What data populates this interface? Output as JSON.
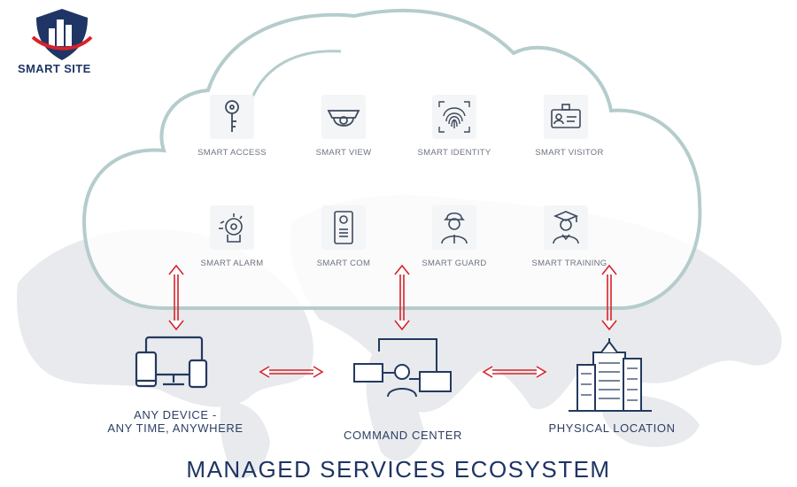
{
  "brand": {
    "name": "SMART SITE"
  },
  "cloud_services": [
    {
      "label": "SMART ACCESS",
      "icon": "key-icon"
    },
    {
      "label": "SMART VIEW",
      "icon": "camera-icon"
    },
    {
      "label": "SMART IDENTITY",
      "icon": "fingerprint-icon"
    },
    {
      "label": "SMART VISITOR",
      "icon": "id-badge-icon"
    },
    {
      "label": "SMART ALARM",
      "icon": "alarm-bell-icon"
    },
    {
      "label": "SMART COM",
      "icon": "intercom-icon"
    },
    {
      "label": "SMART GUARD",
      "icon": "guard-icon"
    },
    {
      "label": "SMART TRAINING",
      "icon": "graduate-icon"
    }
  ],
  "nodes": {
    "devices": {
      "line1": "ANY DEVICE -",
      "line2": "ANY TIME, ANYWHERE",
      "icon": "devices-icon"
    },
    "command": {
      "label": "COMMAND CENTER",
      "icon": "command-center-icon"
    },
    "location": {
      "label": "PHYSICAL LOCATION",
      "icon": "building-icon"
    }
  },
  "title": "MANAGED SERVICES ECOSYSTEM",
  "colors": {
    "navy": "#1e3463",
    "red": "#d8232a",
    "cloud": "#b9cfcf",
    "map": "#e6e8eb",
    "icon": "#3d4a5c"
  }
}
